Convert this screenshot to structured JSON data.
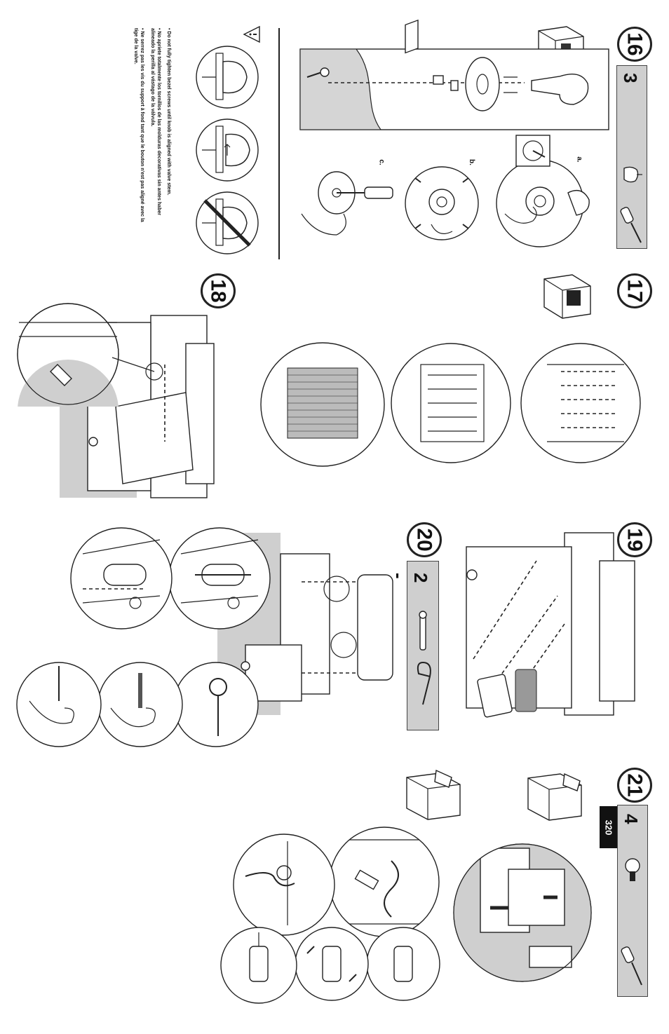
{
  "steps": [
    {
      "id": "16",
      "number": "16",
      "qty": "3 -",
      "parts": [
        "knob-icon",
        "screwdriver-icon"
      ]
    },
    {
      "id": "17",
      "number": "17"
    },
    {
      "id": "18",
      "number": "18"
    },
    {
      "id": "19",
      "number": "19"
    },
    {
      "id": "20",
      "number": "20",
      "qty": "2 -",
      "parts": [
        "pin-icon",
        "hitch-pin-clip-icon"
      ]
    },
    {
      "id": "21",
      "number": "21",
      "qty": "4 -",
      "parts": [
        "screw-icon",
        "screwdriver-icon"
      ]
    }
  ],
  "substep_labels": {
    "a": "a.",
    "b": "b.",
    "c": "c."
  },
  "page_number": "320",
  "notes": [
    "• Do not fully tighten bezel screws until knob is aligned with valve stem.",
    "• No apriete totalmente los tornillos de las molduras decorativas sin antes haber",
    "  alineado la perilla al vástago de la válvula.",
    "• Ne serrez pas les vis du support à fond tant que le bouton n'est pas aligné avec la",
    "  tige de la valve."
  ],
  "warning_icon": "warning-triangle-icon",
  "colors": {
    "panel_gray": "#cfcfcf",
    "badge_black": "#111111",
    "line": "#222222"
  }
}
